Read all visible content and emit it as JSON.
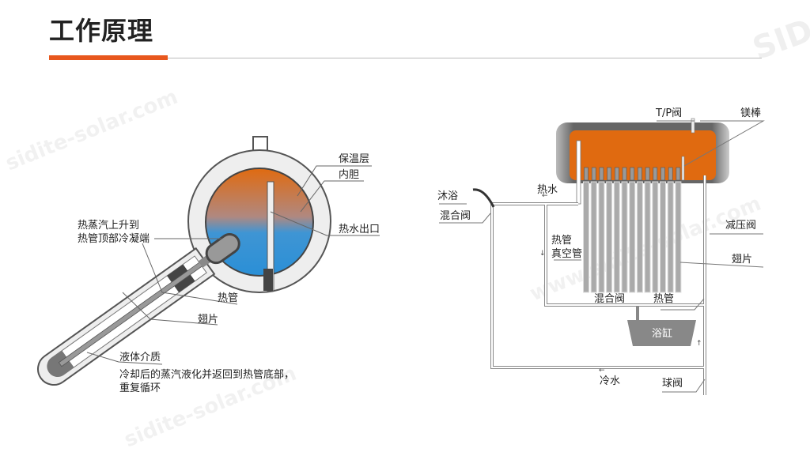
{
  "title": "工作原理",
  "watermark": "sidite-solar.com",
  "watermark_www": "www.sidite-solar.com",
  "logo": "SIDITE",
  "left": {
    "insulation": "保温层",
    "inner_tank": "内胆",
    "hot_outlet": "热水出口",
    "vapor_rise": [
      "热蒸汽上升到",
      "热管顶部冷凝端"
    ],
    "heat_pipe": "热管",
    "fin": "翅片",
    "liquid": "液体介质",
    "liquid_desc": [
      "冷却后的蒸汽液化并返回到热管底部，",
      "重复循环"
    ]
  },
  "right": {
    "tp_valve": "T/P阀",
    "mg_rod": "镁棒",
    "shower": "沐浴",
    "mix_valve": "混合阀",
    "hot_water": "热水",
    "pressure_valve": "减压阀",
    "heat_pipe_tube": [
      "热管",
      "真空管"
    ],
    "fin": "翅片",
    "mix_valve2": "混合阀",
    "heat_pipe": "热管",
    "bathtub": "浴缸",
    "cold_water": "冷水",
    "ball_valve": "球阀"
  },
  "colors": {
    "accent": "#e8571d",
    "hot": "#e06a10",
    "cold": "#2a8fd6"
  }
}
